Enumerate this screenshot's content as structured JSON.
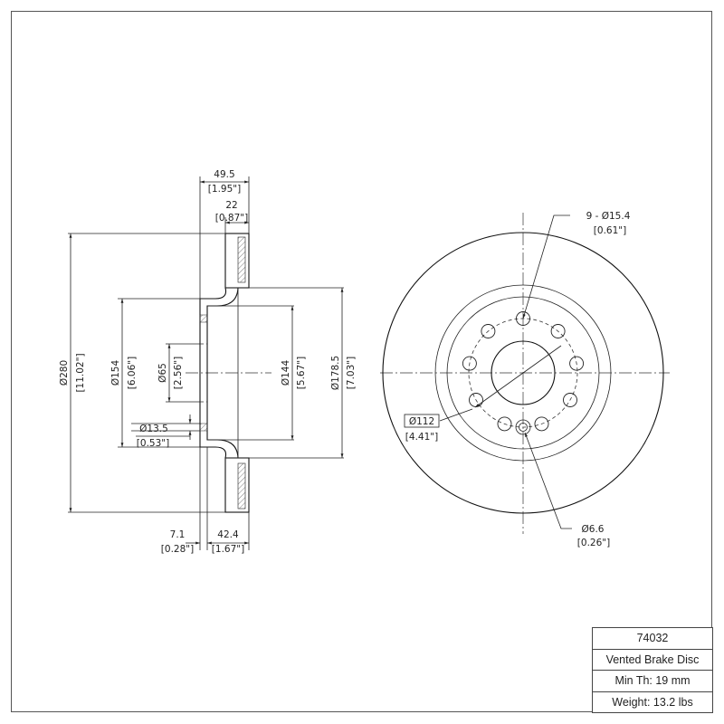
{
  "side_view": {
    "overall_width": {
      "mm": "49.5",
      "in": "[1.95\"]"
    },
    "rotor_thickness": {
      "mm": "22",
      "in": "[0.87\"]"
    },
    "outer_diameter": {
      "mm": "Ø280",
      "in": "[11.02\"]"
    },
    "hat_outer": {
      "mm": "Ø154",
      "in": "[6.06\"]"
    },
    "center_bore": {
      "mm": "Ø65",
      "in": "[2.56\"]"
    },
    "bolt_hole": {
      "mm": "Ø13.5",
      "in": "[0.53\"]"
    },
    "inner_hat": {
      "mm": "Ø144",
      "in": "[5.67\"]"
    },
    "friction_inner": {
      "mm": "Ø178.5",
      "in": "[7.03\"]"
    },
    "hat_thickness": {
      "mm": "7.1",
      "in": "[0.28\"]"
    },
    "hat_height": {
      "mm": "42.4",
      "in": "[1.67\"]"
    }
  },
  "front_view": {
    "holes_callout": {
      "mm": "9 - Ø15.4",
      "in": "[0.61\"]"
    },
    "bolt_circle": {
      "mm": "Ø112",
      "in": "[4.41\"]"
    },
    "locator_hole": {
      "mm": "Ø6.6",
      "in": "[0.26\"]"
    },
    "hole_count": 9
  },
  "title_block": {
    "part_number": "74032",
    "description": "Vented Brake Disc",
    "min_thickness": "Min Th: 19 mm",
    "weight": "Weight: 13.2 lbs"
  }
}
